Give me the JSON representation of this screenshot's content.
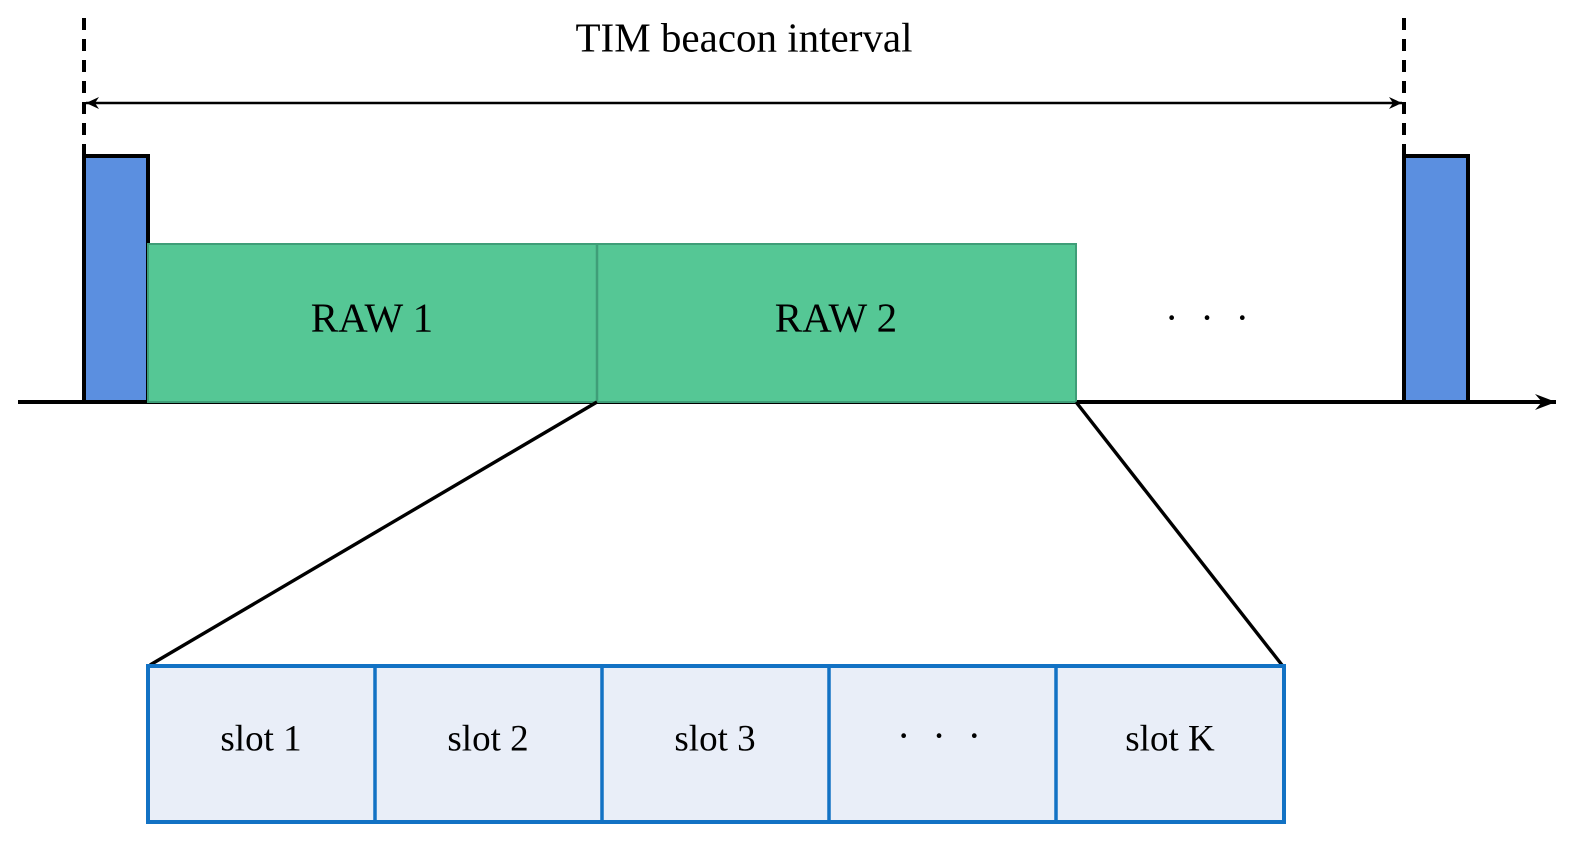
{
  "figure": {
    "title": "TIM beacon interval",
    "background_color": "#ffffff",
    "line_color": "#000000"
  },
  "timeline": {
    "axis_name": "time-axis",
    "beacon_color": "#5b8fe0",
    "beacon_border_color": "#000000",
    "beacons": [
      {
        "name": "beacon-left",
        "label": ""
      },
      {
        "name": "beacon-right",
        "label": ""
      }
    ],
    "interval_arrow": {
      "label": "TIM beacon interval",
      "style": "double-headed"
    },
    "raw_color": "#55c795",
    "raw_border_color": "#3f9e78",
    "raw_periods": [
      {
        "label": "RAW 1"
      },
      {
        "label": "RAW 2"
      }
    ],
    "raw_continuation": "· · ·"
  },
  "slots": {
    "fill_color": "#e9eef8",
    "border_color": "#1272c4",
    "items": [
      {
        "label": "slot 1"
      },
      {
        "label": "slot 2"
      },
      {
        "label": "slot 3"
      },
      {
        "label": "· · ·"
      },
      {
        "label": "slot K"
      }
    ]
  }
}
